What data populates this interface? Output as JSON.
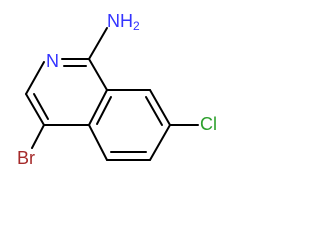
{
  "molecule": {
    "atoms": [
      {
        "symbol": "N",
        "label": "N",
        "color": "#3333ff"
      },
      {
        "symbol": "N",
        "label": "NH2",
        "color": "#3333ff"
      },
      {
        "symbol": "Br",
        "label": "Br",
        "color": "#a52a2a"
      },
      {
        "symbol": "Cl",
        "label": "Cl",
        "color": "#2ca02c"
      }
    ],
    "bond_color": "#000000"
  }
}
